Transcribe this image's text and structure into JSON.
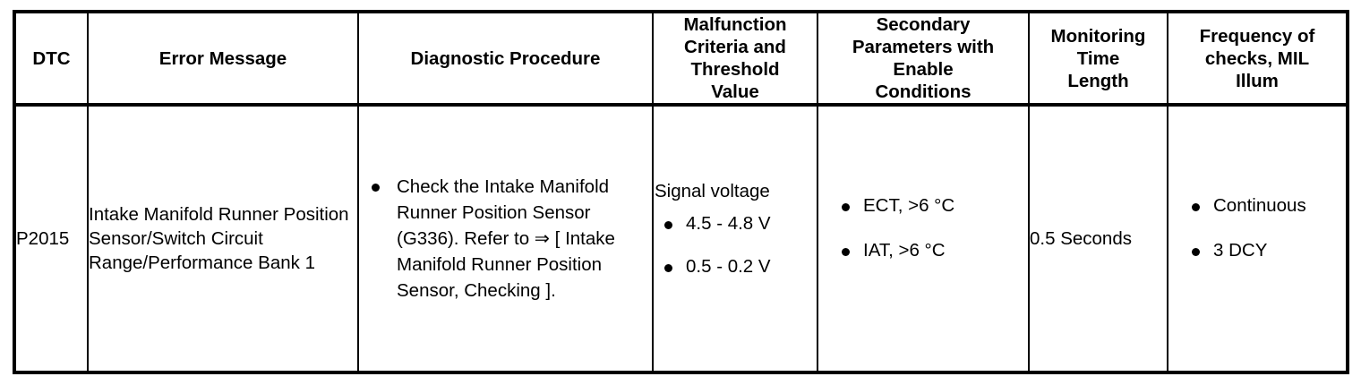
{
  "table": {
    "headers": [
      "DTC",
      "Error Message",
      "Diagnostic Procedure",
      "Malfunction Criteria and Threshold Value",
      "Secondary Parameters with Enable Conditions",
      "Monitoring Time Length",
      "Frequency of checks, MIL Illum"
    ],
    "header_lines": {
      "dtc": [
        "DTC"
      ],
      "error_message": [
        "Error Message"
      ],
      "diagnostic_procedure": [
        "Diagnostic Procedure"
      ],
      "malfunction": [
        "Malfunction",
        "Criteria and",
        "Threshold",
        "Value"
      ],
      "secondary": [
        "Secondary",
        "Parameters with",
        "Enable",
        "Conditions"
      ],
      "monitoring": [
        "Monitoring",
        "Time",
        "Length"
      ],
      "frequency": [
        "Frequency of",
        "checks, MIL",
        "Illum"
      ]
    },
    "rows": [
      {
        "dtc": "P2015",
        "error_message": "Intake Manifold Runner Position Sensor/Switch Circuit Range/Performance Bank 1",
        "diagnostic_procedure_bullets": [
          "Check the Intake Manifold Runner Position Sensor (G336). Refer to ⇒ [ Intake Manifold Runner Position Sensor, Checking ]."
        ],
        "malfunction_title": "Signal voltage",
        "malfunction_bullets": [
          "4.5 - 4.8 V",
          "0.5 - 0.2 V"
        ],
        "secondary_bullets": [
          "ECT, >6 °C",
          "IAT, >6 °C"
        ],
        "monitoring_time": "0.5 Seconds",
        "frequency_bullets": [
          "Continuous",
          "3 DCY"
        ]
      }
    ]
  },
  "colors": {
    "border": "#000000",
    "text": "#000000",
    "background": "#ffffff"
  }
}
